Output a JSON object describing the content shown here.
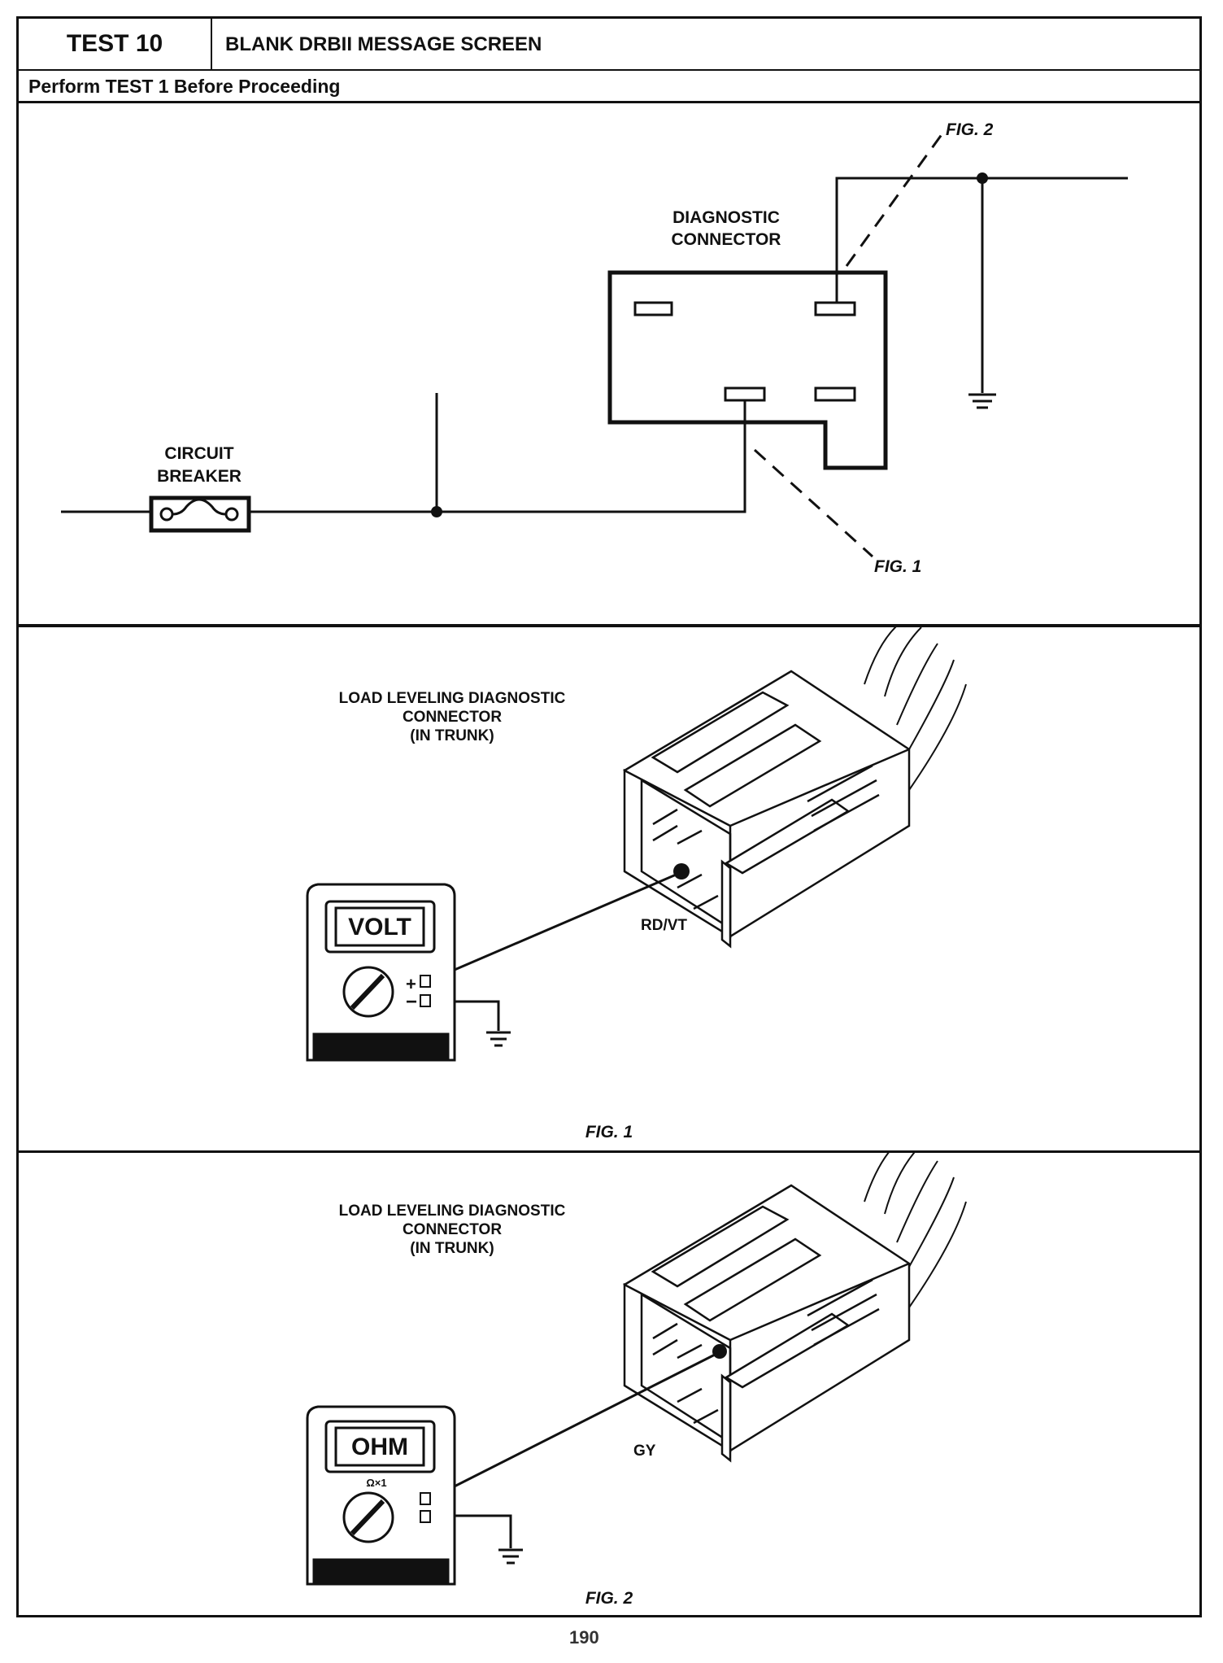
{
  "header": {
    "test_number": "TEST 10",
    "title": "BLANK DRBII MESSAGE SCREEN",
    "subtitle": "Perform TEST 1 Before Proceeding"
  },
  "schematic": {
    "connector_label_line1": "DIAGNOSTIC",
    "connector_label_line2": "CONNECTOR",
    "breaker_label_line1": "CIRCUIT",
    "breaker_label_line2": "BREAKER",
    "fig1_callout": "FIG. 1",
    "fig2_callout": "FIG. 2"
  },
  "figure1": {
    "title_line1": "LOAD LEVELING DIAGNOSTIC",
    "title_line2": "CONNECTOR",
    "title_line3": "(IN TRUNK)",
    "meter_display": "VOLT",
    "plus_sign": "+",
    "minus_sign": "−",
    "wire_label": "RD/VT",
    "caption": "FIG. 1"
  },
  "figure2": {
    "title_line1": "LOAD LEVELING DIAGNOSTIC",
    "title_line2": "CONNECTOR",
    "title_line3": "(IN TRUNK)",
    "meter_display": "OHM",
    "range_label": "Ω×1",
    "wire_label": "GY",
    "caption": "FIG. 2"
  },
  "page_number": "190"
}
